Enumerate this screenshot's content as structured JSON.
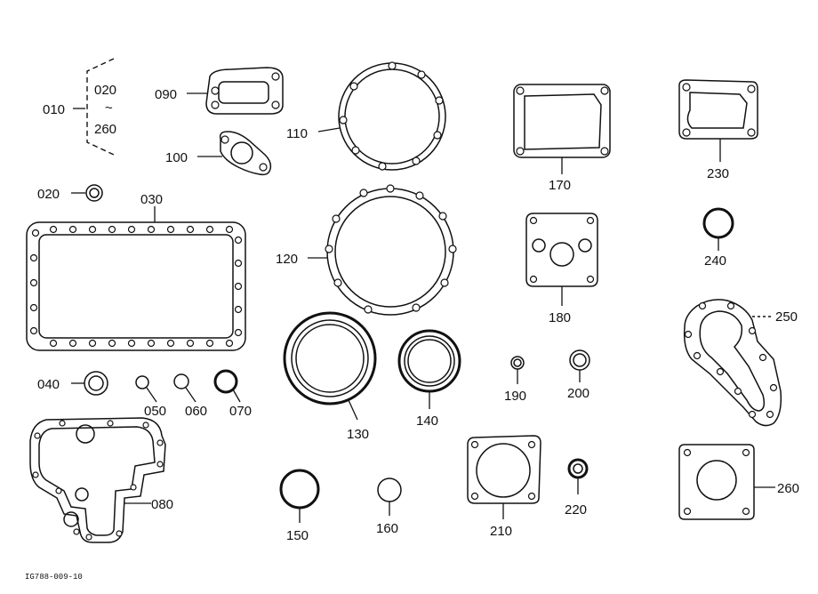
{
  "colors": {
    "ink": "#111111",
    "background": "#ffffff"
  },
  "range_note": {
    "start": "020",
    "tilde": "~",
    "end": "260"
  },
  "figure_code": "IG788-009-10",
  "parts": {
    "p010": "010",
    "p020": "020",
    "p030": "030",
    "p040": "040",
    "p050": "050",
    "p060": "060",
    "p070": "070",
    "p080": "080",
    "p090": "090",
    "p100": "100",
    "p110": "110",
    "p120": "120",
    "p130": "130",
    "p140": "140",
    "p150": "150",
    "p160": "160",
    "p170": "170",
    "p180": "180",
    "p190": "190",
    "p200": "200",
    "p210": "210",
    "p220": "220",
    "p230": "230",
    "p240": "240",
    "p250": "250",
    "p260": "260"
  }
}
